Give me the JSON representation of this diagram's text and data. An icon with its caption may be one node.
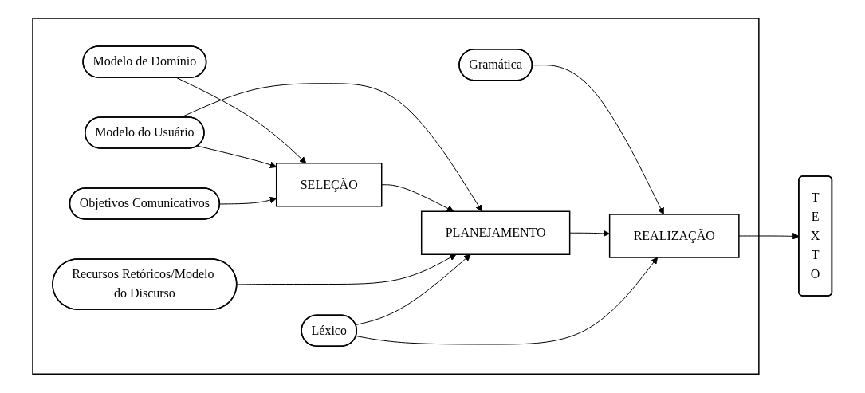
{
  "diagram": {
    "nodes": [
      {
        "text": [],
        "shape": "box"
      },
      {
        "text": [
          "Modelo de Domínio"
        ],
        "in": 0
      },
      {
        "text": [
          "Modelo do Usuário"
        ],
        "in": 0
      },
      {
        "text": [
          "Gramática"
        ],
        "in": 0
      },
      {
        "text": [
          "SELEÇÃO"
        ],
        "in": 0
      },
      {
        "text": [
          "PLANEJAMENTO"
        ],
        "in": 0
      },
      {
        "text": [
          "REALIZAÇÃO"
        ],
        "in": 0
      },
      {
        "text": [
          "T E X T O"
        ]
      },
      {
        "text": [
          "Objetivos Comunicativos"
        ],
        "in": 0
      },
      {
        "text": [
          "Recursos Retóricos/Modelo do Discurso"
        ],
        "in": 0
      },
      {
        "text": [
          "Léxico"
        ],
        "in": 0
      }
    ],
    "edges": [
      {
        "from": 1,
        "to": 4,
        "arrow": "to"
      },
      {
        "from": 2,
        "to": 4,
        "arrow": "to"
      },
      {
        "from": 2,
        "to": 5,
        "arrow": "to"
      },
      {
        "from": 3,
        "to": 6,
        "arrow": "to"
      },
      {
        "from": 4,
        "to": 5,
        "arrow": "to"
      },
      {
        "from": 5,
        "to": 6,
        "arrow": "to"
      },
      {
        "from": 6,
        "to": 7,
        "arrow": "to"
      },
      {
        "from": 8,
        "to": 4,
        "arrow": "to"
      },
      {
        "from": 9,
        "to": 5,
        "arrow": "to"
      },
      {
        "from": 10,
        "to": 5,
        "arrow": "to"
      },
      {
        "from": 10,
        "to": 6,
        "arrow": "to"
      }
    ]
  }
}
